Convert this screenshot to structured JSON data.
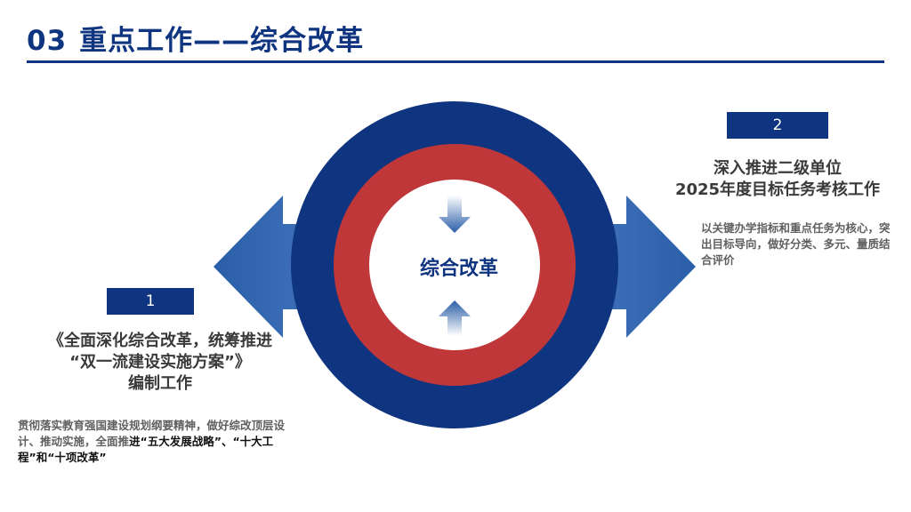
{
  "header": {
    "number": "03",
    "title": "重点工作——综合改革"
  },
  "center": {
    "label": "综合改革"
  },
  "item1": {
    "badge": "1",
    "heading_lines": [
      "《全面深化综合改革，统筹推进",
      "“双一流建设实施方案”》",
      "编制工作"
    ],
    "desc_plain": "贯彻落实教育强国建设规划纲要精神，做好综改顶层设计、推动实施，全面推",
    "desc_highlight": "进“五大发展战略”、“十大工程”和“十项改革”"
  },
  "item2": {
    "badge": "2",
    "heading_lines": [
      "深入推进二级单位",
      "2025年度目标任务考核工作"
    ],
    "desc": "以关键办学指标和重点任务为核心，突出目标导向，做好分类、多元、量质结合评价"
  },
  "colors": {
    "navy": "#0f3480",
    "arrow_blue": "#2a5ea8",
    "ring_red": "#c0373a"
  },
  "icons": {
    "left_arrow": "big-left-arrow-icon",
    "right_arrow": "big-right-arrow-icon",
    "down_arrow": "down-arrow-icon",
    "up_arrow": "up-arrow-icon"
  }
}
